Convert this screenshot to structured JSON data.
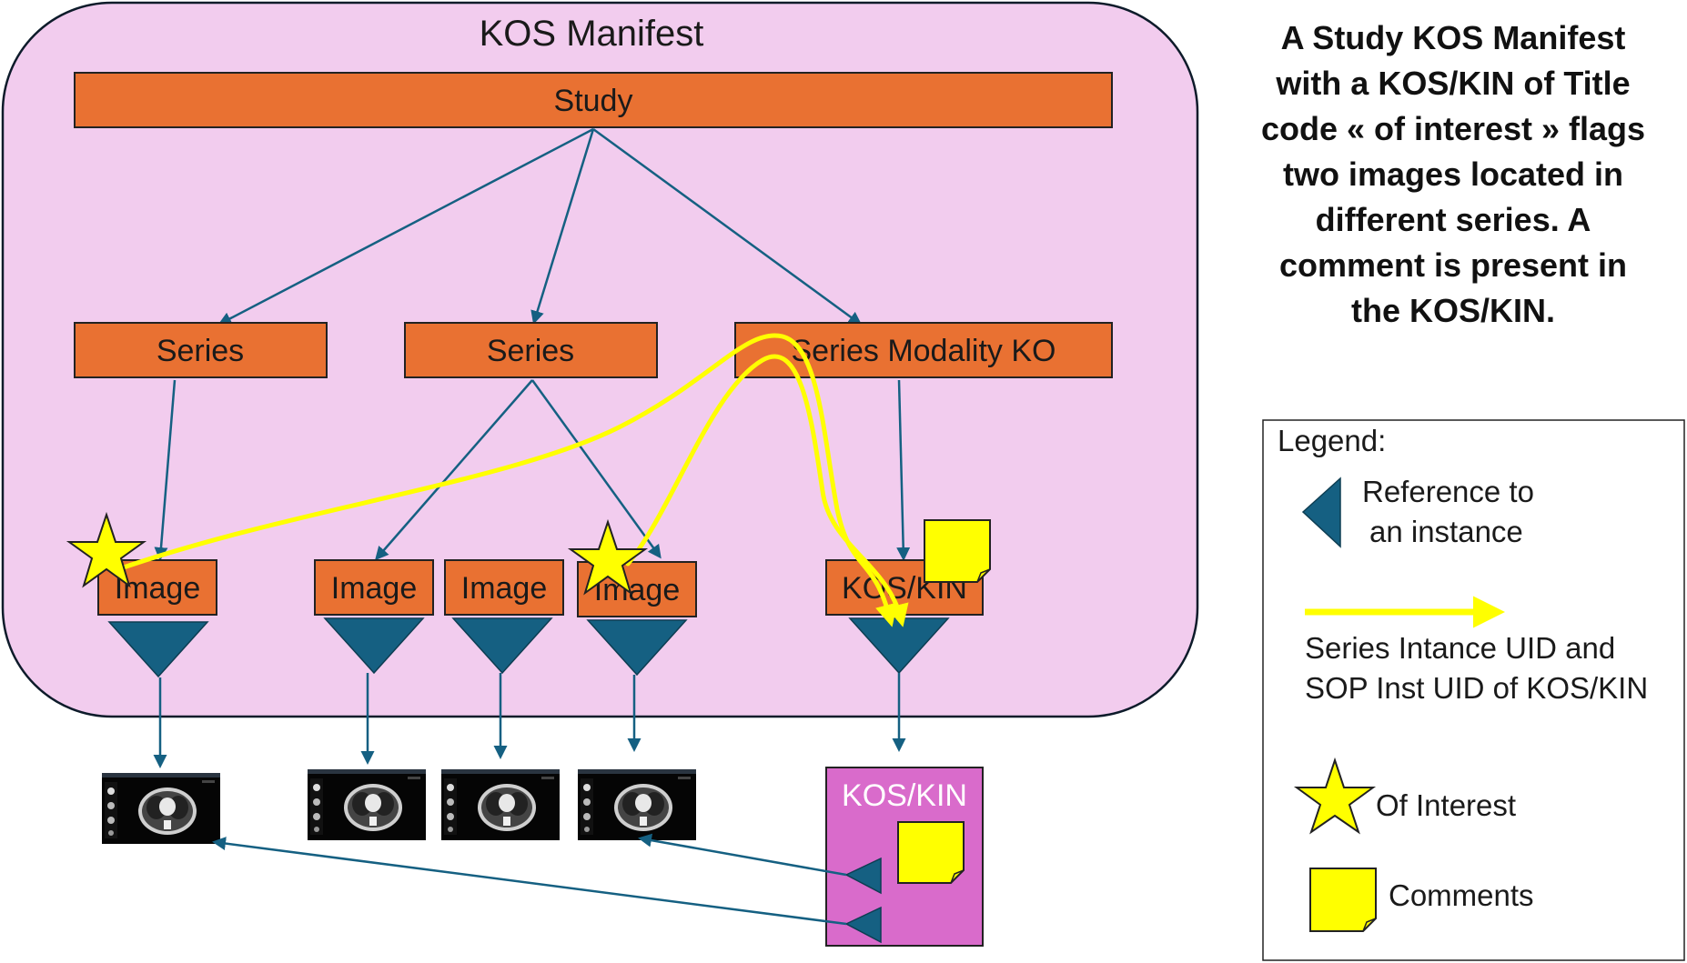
{
  "manifest": {
    "title": "KOS Manifest",
    "study_label": "Study",
    "series": [
      {
        "label": "Series"
      },
      {
        "label": "Series"
      },
      {
        "label": "Series Modality KO"
      }
    ],
    "instances": [
      {
        "label": "Image",
        "of_interest": true
      },
      {
        "label": "Image",
        "of_interest": false
      },
      {
        "label": "Image",
        "of_interest": false
      },
      {
        "label": "Image",
        "of_interest": true
      },
      {
        "label": "KOS/KIN",
        "has_comment": true
      }
    ]
  },
  "kos_document": {
    "label": "KOS/KIN"
  },
  "description": [
    "A Study KOS Manifest",
    "with a KOS/KIN of Title",
    "code « of interest » flags",
    "two images located in",
    "different series.  A",
    "comment is present in",
    "the KOS/KIN."
  ],
  "legend": {
    "title": "Legend:",
    "reference_lines": [
      "Reference to",
      "an  instance"
    ],
    "arrow_lines": [
      "Series Intance UID and",
      "SOP Inst UID of KOS/KIN"
    ],
    "of_interest": "Of Interest",
    "comments": "Comments"
  },
  "colors": {
    "manifest_fill": "#F2CCEE",
    "box_fill": "#E97132",
    "triangle_fill": "#156082",
    "highlight_yellow": "#FFFF00",
    "kos_doc_fill": "#D96BCB"
  }
}
